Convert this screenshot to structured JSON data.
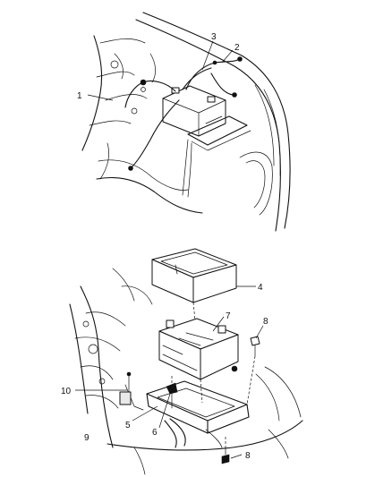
{
  "figures": [
    {
      "callouts": [
        {
          "id": "c1",
          "text": "1"
        },
        {
          "id": "c2",
          "text": "2"
        },
        {
          "id": "c3",
          "text": "3"
        }
      ]
    },
    {
      "callouts": [
        {
          "id": "c4",
          "text": "4"
        },
        {
          "id": "c5",
          "text": "5"
        },
        {
          "id": "c6",
          "text": "6"
        },
        {
          "id": "c7",
          "text": "7"
        },
        {
          "id": "c8a",
          "text": "8"
        },
        {
          "id": "c8b",
          "text": "8"
        },
        {
          "id": "c9",
          "text": "9"
        },
        {
          "id": "c10",
          "text": "10"
        }
      ]
    }
  ]
}
